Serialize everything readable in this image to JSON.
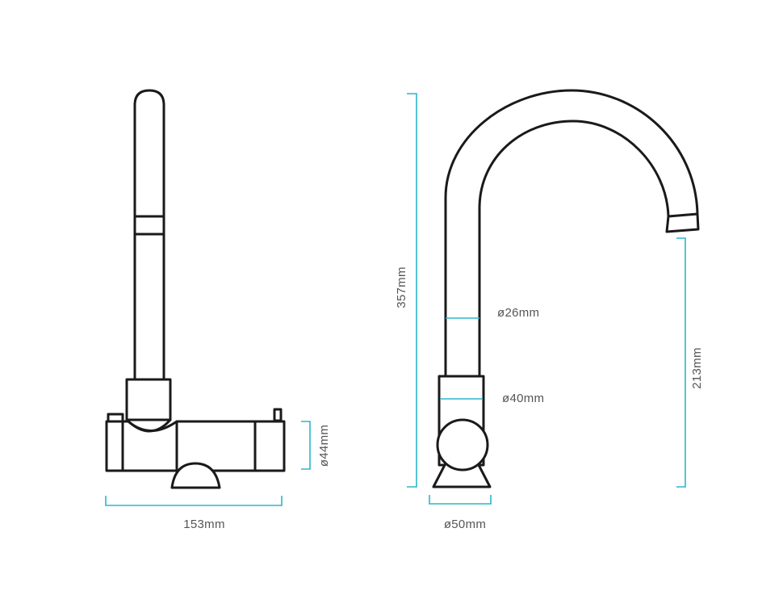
{
  "colors": {
    "dimension_line": "#2bb5cc",
    "outline": "#1a1a1a",
    "label_text": "#555555",
    "background": "#ffffff"
  },
  "front_view": {
    "width_label": "153mm",
    "base_diameter_label": "ø44mm"
  },
  "side_view": {
    "total_height_label": "357mm",
    "spout_diameter_label": "ø26mm",
    "body_diameter_label": "ø40mm",
    "spout_height_label": "213mm",
    "base_diameter_label": "ø50mm"
  }
}
